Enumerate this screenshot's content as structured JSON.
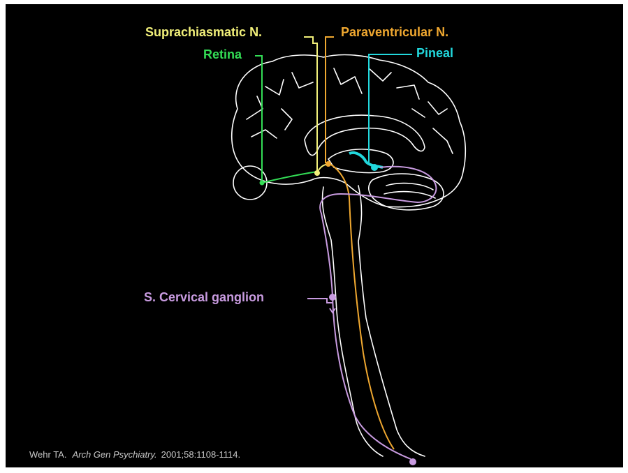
{
  "labels": {
    "suprachiasmatic": "Suprachiasmatic N.",
    "paraventricular": "Paraventricular N.",
    "retina": "Retina",
    "pineal": "Pineal",
    "cervical": "S. Cervical ganglion"
  },
  "citation": {
    "author": "Wehr TA.",
    "journal": "Arch Gen Psychiatry.",
    "ref": "2001;58:1108-1114."
  },
  "colors": {
    "background": "#000000",
    "outline": "#ffffff",
    "retina": "#33dd55",
    "scn": "#f2f07a",
    "pvn": "#f0a830",
    "pineal": "#22d8dd",
    "cervical": "#c89be0"
  }
}
